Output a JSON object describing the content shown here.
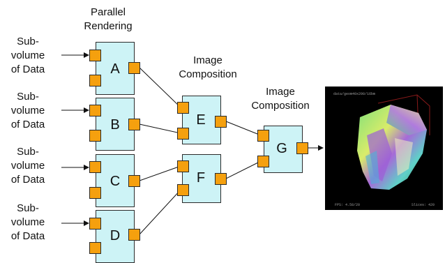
{
  "headings": {
    "parallel": [
      "Parallel",
      "Rendering"
    ],
    "composition_1": [
      "Image",
      "Composition"
    ],
    "composition_2": [
      "Image",
      "Composition"
    ]
  },
  "inputs": [
    [
      "Sub-",
      "volume",
      "of Data"
    ],
    [
      "Sub-",
      "volume",
      "of Data"
    ],
    [
      "Sub-",
      "volume",
      "of Data"
    ],
    [
      "Sub-",
      "volume",
      "of Data"
    ]
  ],
  "nodes": {
    "A": "A",
    "B": "B",
    "C": "C",
    "D": "D",
    "E": "E",
    "F": "F",
    "G": "G"
  },
  "render": {
    "top_caption": "data/geom40x290/16bm",
    "bottom_left": "FPS: 4.58/20",
    "bottom_right": "Slices: 420"
  },
  "colors": {
    "node_fill": "#cdf3f6",
    "port_fill": "#f5a00e",
    "line": "#111111",
    "render_bg": "#000000"
  }
}
